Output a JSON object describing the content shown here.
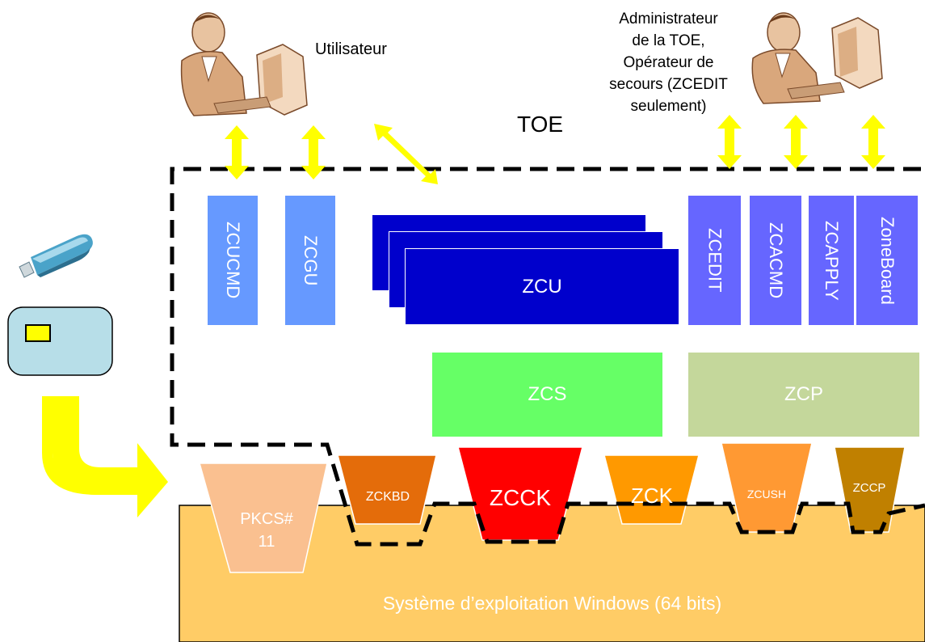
{
  "labels": {
    "user": "Utilisateur",
    "admin": "Administrateur de la TOE, Opérateur de secours (ZCEDIT seulement)",
    "admin_lines": [
      "Administrateur",
      "de la TOE,",
      "Opérateur de",
      "secours (ZCEDIT",
      "seulement)"
    ],
    "toe": "TOE",
    "os": "Système d’exploitation Windows (64 bits)"
  },
  "vertical_modules": {
    "zcucmd": "ZCUCMD",
    "zcgu": "ZCGU",
    "zcedit": "ZCEDIT",
    "zcacmd": "ZCACMD",
    "zcapply": "ZCAPPLY",
    "zoneboard": "ZoneBoard"
  },
  "horizontal_modules": {
    "zcu": "ZCU",
    "zcs": "ZCS",
    "zcp": "ZCP"
  },
  "kernel_modules": {
    "pkcs": "PKCS#\n11",
    "zckbd": "ZCKBD",
    "zcck": "ZCCK",
    "zck": "ZCK",
    "zcush": "ZCUSH",
    "zccp": "ZCCP"
  },
  "colors": {
    "module_blue_light": "#6699ff",
    "module_violet": "#6666ff",
    "zcu_blue": "#0000cc",
    "zcs_green": "#66ff66",
    "zcp_green": "#c4d79b",
    "os_orange": "#ffcc66",
    "pkcs_peach": "#fac090",
    "zckbd_orange": "#e46c0a",
    "zcck_red": "#ff0000",
    "zck_orange": "#ff9900",
    "zcush_orange": "#ff9933",
    "zccp_brown": "#c08000",
    "arrow_yellow": "#ffff00",
    "card_blue": "#b7dee8"
  },
  "icons": [
    "user-at-computer-icon",
    "admin-at-computer-icon",
    "usb-key-icon",
    "smart-card-icon"
  ]
}
